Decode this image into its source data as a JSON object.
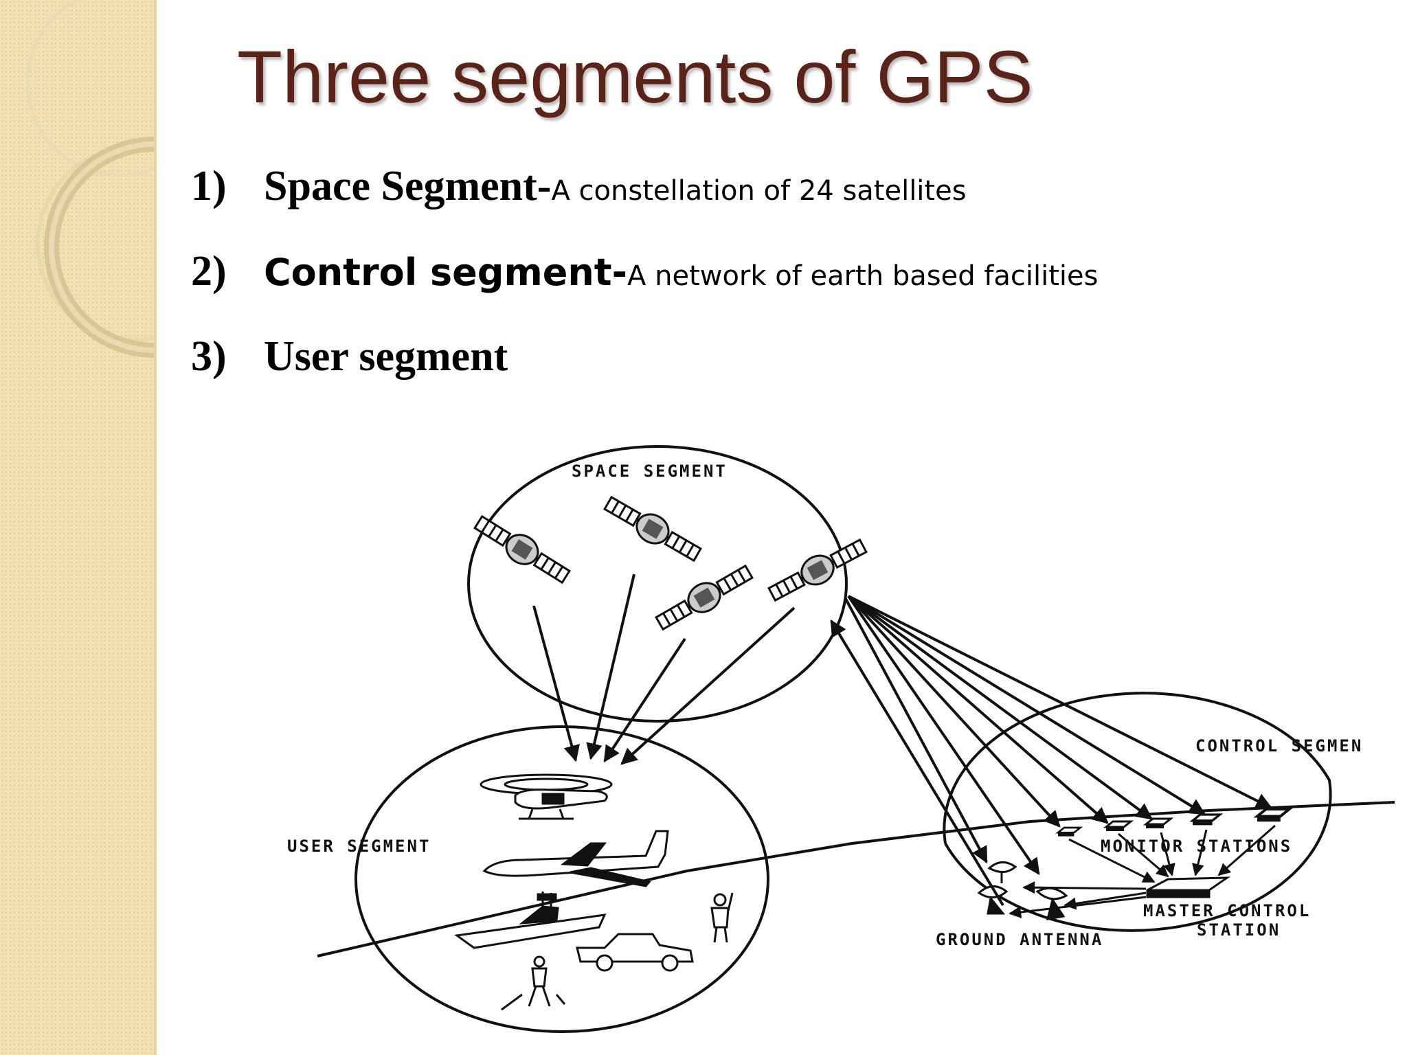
{
  "slide": {
    "title": "Three segments of GPS",
    "items": [
      {
        "number": "1)",
        "heading": "Space Segment-",
        "description": "A constellation of 24 satellites"
      },
      {
        "number": "2)",
        "heading": "Control segment-",
        "description": "A network of earth based facilities"
      },
      {
        "number": "3)",
        "heading": "User segment",
        "description": ""
      }
    ]
  },
  "diagram": {
    "labels": {
      "space_segment": "SPACE SEGMENT",
      "user_segment": "USER SEGMENT",
      "control_segment": "CONTROL SEGMEN",
      "monitor_stations": "MONITOR STATIONS",
      "master_control_1": "MASTER CONTROL",
      "master_control_2": "STATION",
      "ground_antenna": "GROUND ANTENNA"
    }
  },
  "colors": {
    "title": "#5b2317",
    "sidebar": "#f2e1b3",
    "sidebar_ring": "#e2cfa0"
  }
}
